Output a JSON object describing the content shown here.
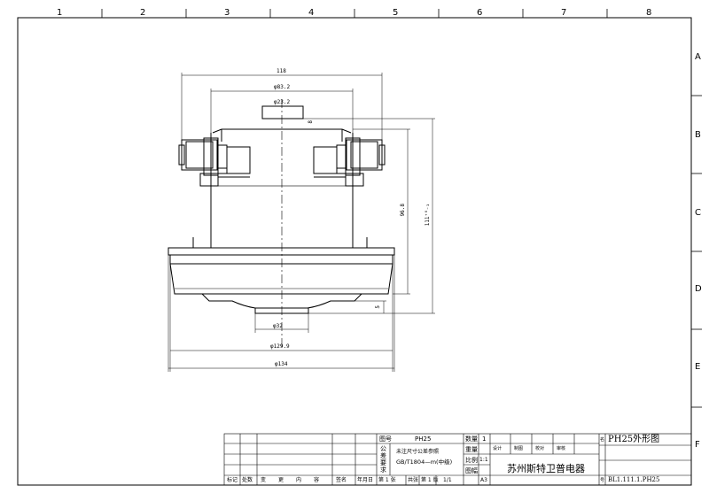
{
  "frame": {
    "columns": [
      "1",
      "2",
      "3",
      "4",
      "5",
      "6",
      "7",
      "8"
    ],
    "rows": [
      "A",
      "B",
      "C",
      "D",
      "E",
      "F"
    ]
  },
  "dimensions": {
    "d118": "118",
    "d83_2": "φ83.2",
    "d23_2": "φ23.2",
    "d8": "8",
    "d96_8": "96.8",
    "d111": "111⁺⁰₋₁",
    "d5": "5",
    "d32": "φ32",
    "d129_9": "φ129.9",
    "d134": "φ134"
  },
  "title_block": {
    "drawing_no_label": "图号",
    "drawing_no": "PH25",
    "qty_label": "数量",
    "qty": "1",
    "tol_label_1": "公",
    "tol_label_2": "差",
    "tol_label_3": "要",
    "tol_label_4": "求",
    "tol_note": "未注尺寸公差参照",
    "tol_standard": "GB/T1804—m(中级)",
    "weight_label": "重量",
    "scale_label": "比例",
    "scale": "1:1",
    "size_label": "图幅",
    "size": "A3",
    "design_label": "设计",
    "draw_label": "制图",
    "check_label": "校对",
    "approve_label": "审核",
    "company": "苏州斯特卫普电器",
    "title_mark": "名",
    "title": "PH25外形图",
    "code_mark": "号",
    "code": "BL1.111.1.PH25",
    "rev_mark": "标记",
    "rev_place": "处数",
    "rev_1": "变",
    "rev_2": "更",
    "rev_3": "内",
    "rev_4": "容",
    "rev_sign": "签名",
    "rev_date": "年月日",
    "sheet_1": "第 1 张",
    "sheet_total": "共张",
    "sheet_ver": "第 1 版",
    "sheet_frac": "1/1"
  }
}
